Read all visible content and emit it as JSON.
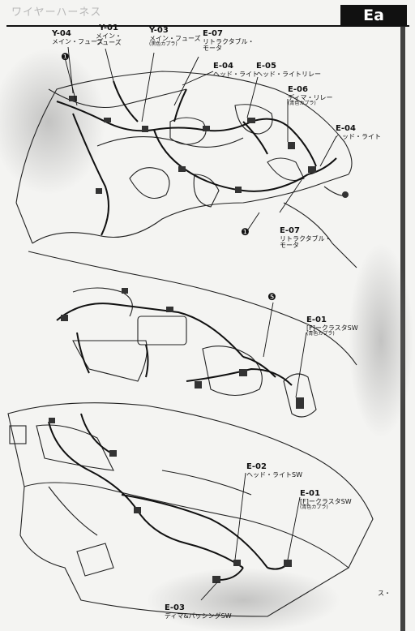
{
  "header": {
    "faded_text": "ワイヤーハーネス",
    "section_tag": "Ea"
  },
  "labels": [
    {
      "id": "y04",
      "code": "Y-04",
      "lines": [
        "メイン・フューズ"
      ]
    },
    {
      "id": "y01",
      "code": "Y-01",
      "lines": [
        "メイン・",
        "フューズ"
      ]
    },
    {
      "id": "y03",
      "code": "Y-03",
      "lines": [
        "メイン・フューズ"
      ],
      "sub": "(黒色カプラ)"
    },
    {
      "id": "e07a",
      "code": "E-07",
      "lines": [
        "リトラクタブル・",
        "モータ"
      ]
    },
    {
      "id": "e04a",
      "code": "E-04",
      "lines": [
        "ヘッド・ライト"
      ]
    },
    {
      "id": "e05",
      "code": "E-05",
      "lines": [
        "ヘッド・ライトリレー"
      ]
    },
    {
      "id": "e06",
      "code": "E-06",
      "lines": [
        "ディマ・リレー"
      ],
      "sub": "(青色カプラ)"
    },
    {
      "id": "e04b",
      "code": "E-04",
      "lines": [
        "ヘッド・ライト"
      ]
    },
    {
      "id": "e07b",
      "code": "E-07",
      "lines": [
        "リトラクタブル・",
        "モータ"
      ]
    },
    {
      "id": "e01a",
      "code": "E-01",
      "lines": [
        "[F]ークラスタSW"
      ],
      "sub": "(青色カプラ)"
    },
    {
      "id": "e02",
      "code": "E-02",
      "lines": [
        "ヘッド・ライトSW"
      ]
    },
    {
      "id": "e01b",
      "code": "E-01",
      "lines": [
        "[F]ークラスタSW"
      ],
      "sub": "(青色カプラ)"
    },
    {
      "id": "e03",
      "code": "E-03",
      "lines": [
        "ディマ&パッシングSW"
      ]
    }
  ],
  "markers": {
    "m1": "❶",
    "m5": "❺"
  },
  "footer": {
    "text": "ス・"
  }
}
